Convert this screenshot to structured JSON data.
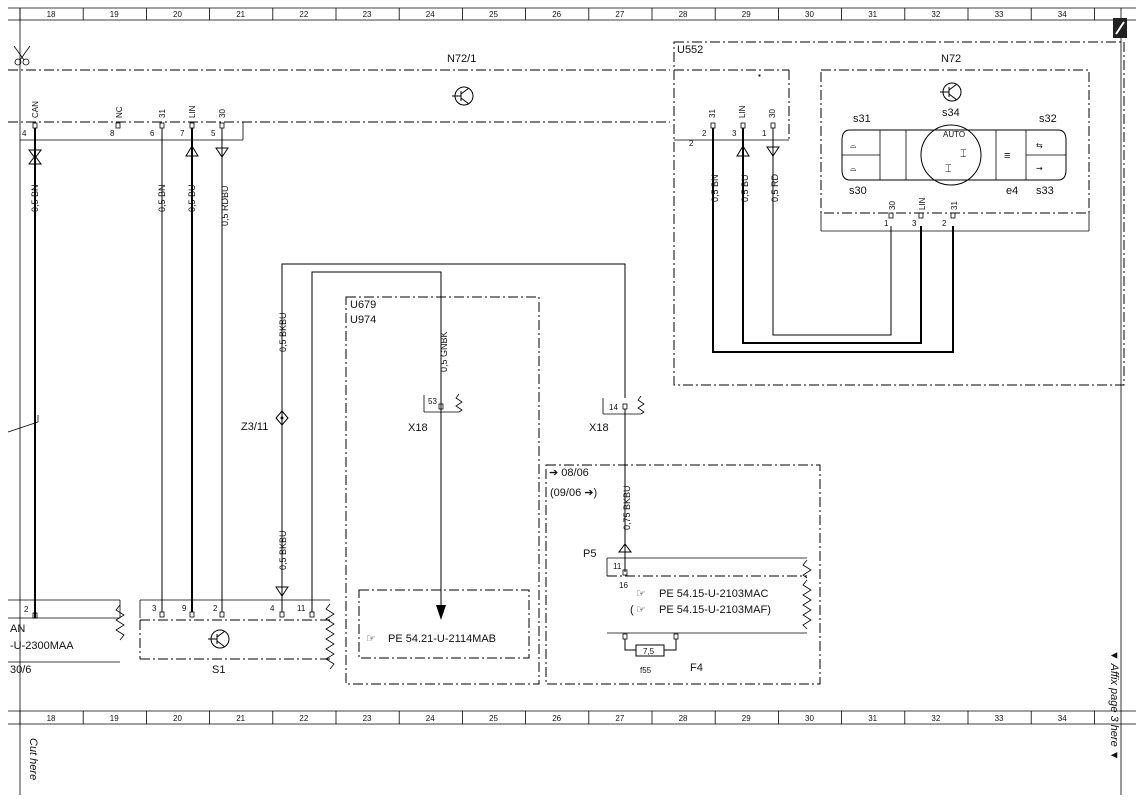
{
  "ruler": {
    "top_numbers": [
      "18",
      "19",
      "20",
      "21",
      "22",
      "23",
      "24",
      "25",
      "26",
      "27",
      "28",
      "29",
      "30",
      "31",
      "32",
      "33",
      "34"
    ],
    "bottom_numbers": [
      "18",
      "19",
      "20",
      "21",
      "22",
      "23",
      "24",
      "25",
      "26",
      "27",
      "28",
      "29",
      "30",
      "31",
      "32",
      "33",
      "34"
    ]
  },
  "margin": {
    "cut_here": "Cut here",
    "affix_note": "▼ Affix page 3 here ▼"
  },
  "components": {
    "n72_1": "N72/1",
    "u552": "U552",
    "n72": "N72",
    "u679": "U679",
    "u974": "U974",
    "z3_11": "Z3/11",
    "x18_a": "X18",
    "x18_b": "X18",
    "s1": "S1",
    "p5": "P5",
    "f4": "F4",
    "f55": "f55",
    "fuse_value": "7,5",
    "date_from": "➔ 08/06",
    "date_until": "(09/06    ➔)"
  },
  "switches": {
    "s31": "s31",
    "s30": "s30",
    "s34": "s34",
    "s32": "s32",
    "s33": "s33",
    "e4": "e4",
    "auto": "AUTO"
  },
  "pins": {
    "n72_1": [
      {
        "num": "4",
        "sig": "CAN"
      },
      {
        "num": "8",
        "sig": "NC"
      },
      {
        "num": "6",
        "sig": "31"
      },
      {
        "num": "7",
        "sig": "LIN"
      },
      {
        "num": "5",
        "sig": "30"
      }
    ],
    "u552_left": [
      {
        "num": "2",
        "sig": "31"
      },
      {
        "num": "3",
        "sig": "LIN"
      },
      {
        "num": "1",
        "sig": "30"
      }
    ],
    "u552_extra": "2",
    "n72_bottom": [
      {
        "num": "1",
        "sig": "30"
      },
      {
        "num": "3",
        "sig": "LIN"
      },
      {
        "num": "2",
        "sig": "31"
      }
    ],
    "s1": [
      "3",
      "9",
      "2",
      "4",
      "11"
    ],
    "left_conn": "2",
    "x18_a": "53",
    "x18_b": "14",
    "p5": [
      "11",
      "16"
    ]
  },
  "wires": {
    "w1": "0,5 BN",
    "w2": "0,5 BN",
    "w3": "0,5 BU",
    "w4": "0,5 RDBU",
    "w5": "0,5 BKBU",
    "w6": "0,5 BKBU",
    "w7": "0,5 GNBK",
    "w8": "0,75 BKBU",
    "w9": "0,5 BN",
    "w10": "0,5 BU",
    "w11": "0,5 RD"
  },
  "refs": {
    "left_an": "AN",
    "left_ref": "-U-2300MAA",
    "left_date": "30/6",
    "pe_mab": "PE 54.21-U-2114MAB",
    "pe_mac": "PE 54.15-U-2103MAC",
    "pe_maf": "PE 54.15-U-2103MAF)",
    "pe_maf_open": "("
  }
}
